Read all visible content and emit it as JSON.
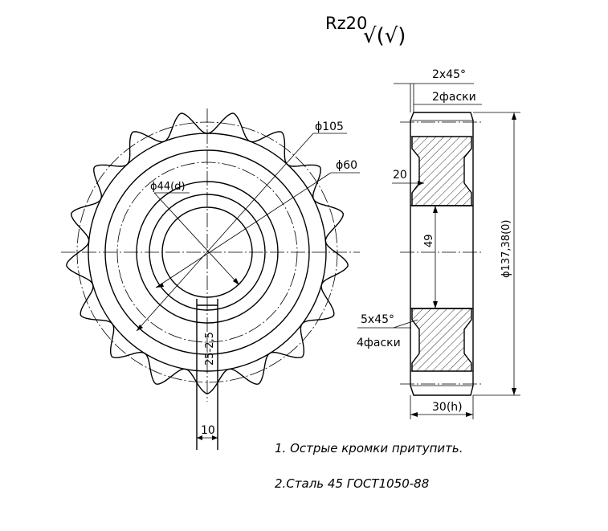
{
  "roughness": {
    "label": "Rz20",
    "symbol": "√(√)"
  },
  "dimensions": {
    "d105": "ϕ105",
    "d60": "ϕ60",
    "d44": "ϕ44(d)",
    "keyway_depth": "25-2,5",
    "key_width": "10",
    "chamfer_small": "2x45°",
    "chamfer_small_count": "2фаски",
    "chamfer_large": "5x45°",
    "chamfer_large_count": "4фаски",
    "hub_thickness": "20",
    "bore_height": "49",
    "outer_diameter": "ϕ137,38(0)",
    "width": "30(h)"
  },
  "notes": [
    "1. Острые кромки притупить.",
    "2.Сталь 45 ГОСТ1050-88"
  ],
  "gear": {
    "teeth": 17
  }
}
